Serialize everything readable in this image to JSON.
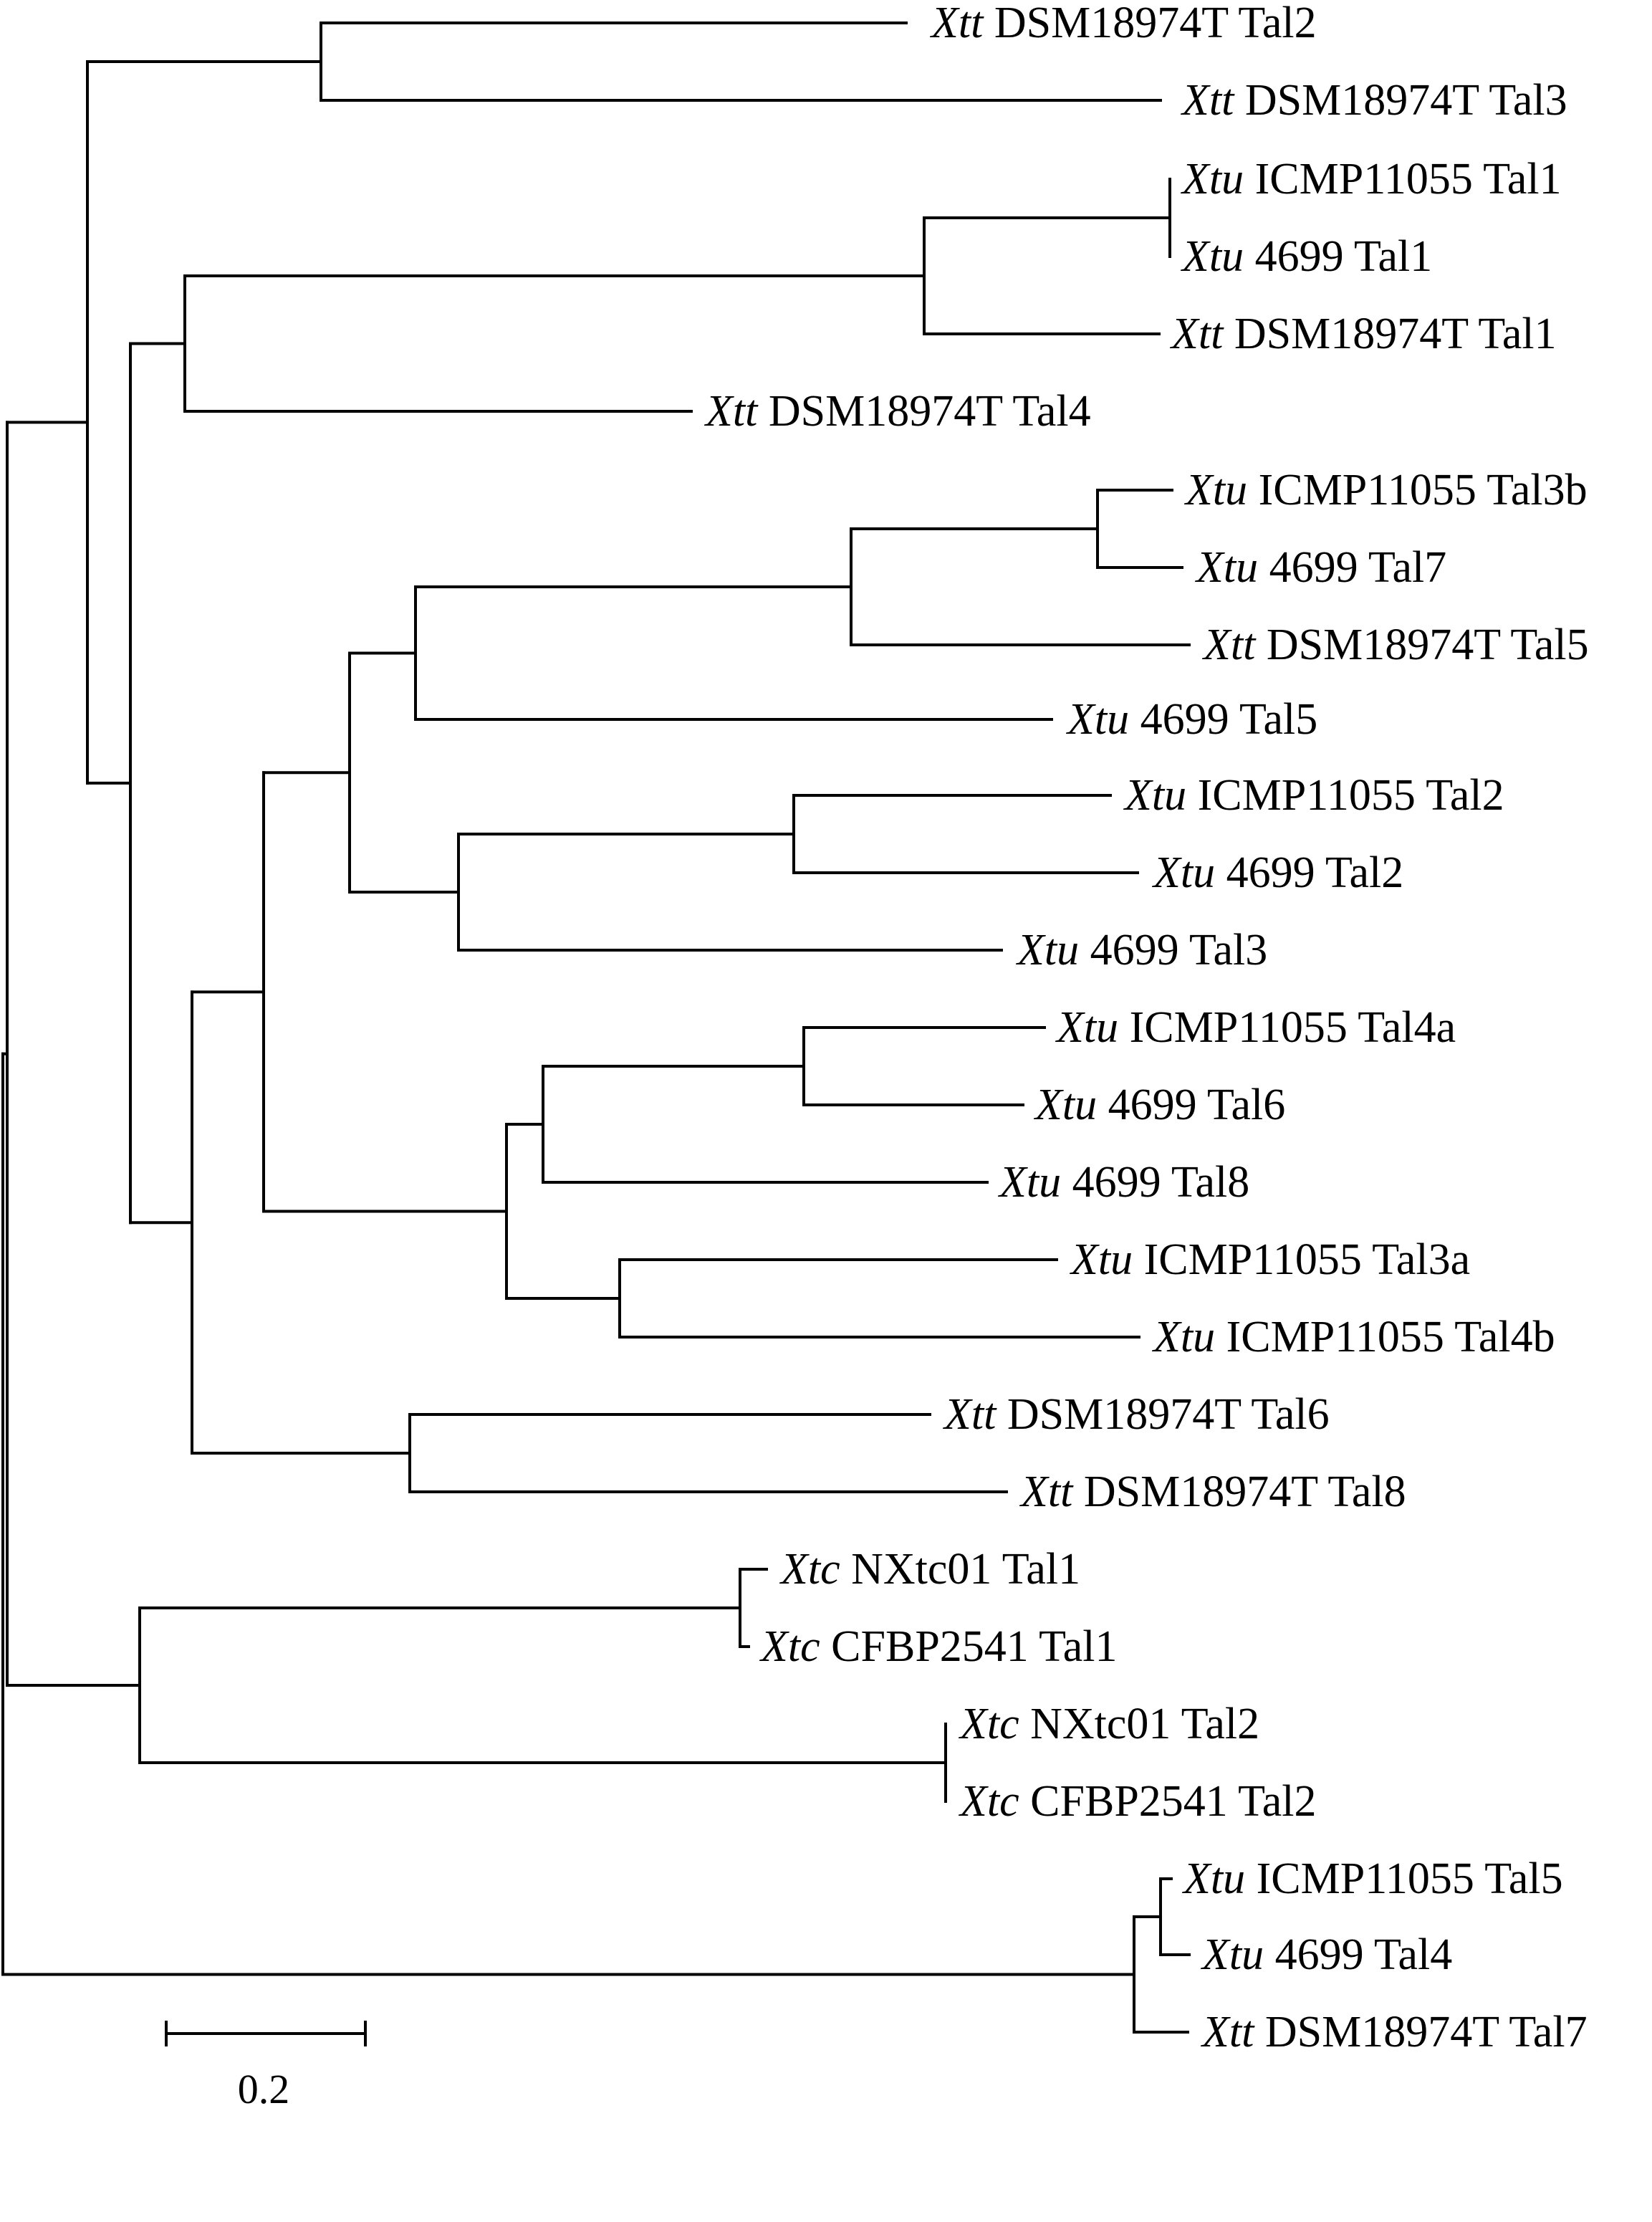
{
  "tree": {
    "line_color": "#000000",
    "label_color": "#000000",
    "taxa": [
      {
        "id": "tt_tal2",
        "species": "Xtt",
        "name": "DSM18974T Tal2"
      },
      {
        "id": "tt_tal3",
        "species": "Xtt",
        "name": "DSM18974T Tal3"
      },
      {
        "id": "tu_icmp_tal1",
        "species": "Xtu",
        "name": "ICMP11055 Tal1"
      },
      {
        "id": "tu_4699_tal1",
        "species": "Xtu",
        "name": "4699 Tal1"
      },
      {
        "id": "tt_tal1",
        "species": "Xtt",
        "name": "DSM18974T Tal1"
      },
      {
        "id": "tt_tal4",
        "species": "Xtt",
        "name": "DSM18974T Tal4"
      },
      {
        "id": "tu_icmp_tal3b",
        "species": "Xtu",
        "name": "ICMP11055 Tal3b"
      },
      {
        "id": "tu_4699_tal7",
        "species": "Xtu",
        "name": "4699 Tal7"
      },
      {
        "id": "tt_tal5",
        "species": "Xtt",
        "name": "DSM18974T Tal5"
      },
      {
        "id": "tu_4699_tal5",
        "species": "Xtu",
        "name": "4699 Tal5"
      },
      {
        "id": "tu_icmp_tal2",
        "species": "Xtu",
        "name": "ICMP11055 Tal2"
      },
      {
        "id": "tu_4699_tal2",
        "species": "Xtu",
        "name": "4699 Tal2"
      },
      {
        "id": "tu_4699_tal3",
        "species": "Xtu",
        "name": "4699 Tal3"
      },
      {
        "id": "tu_icmp_tal4a",
        "species": "Xtu",
        "name": "ICMP11055 Tal4a"
      },
      {
        "id": "tu_4699_tal6",
        "species": "Xtu",
        "name": "4699 Tal6"
      },
      {
        "id": "tu_4699_tal8",
        "species": "Xtu",
        "name": "4699 Tal8"
      },
      {
        "id": "tu_icmp_tal3a",
        "species": "Xtu",
        "name": "ICMP11055 Tal3a"
      },
      {
        "id": "tu_icmp_tal4b",
        "species": "Xtu",
        "name": "ICMP11055 Tal4b"
      },
      {
        "id": "tt_tal6",
        "species": "Xtt",
        "name": "DSM18974T Tal6"
      },
      {
        "id": "tt_tal8",
        "species": "Xtt",
        "name": "DSM18974T Tal8"
      },
      {
        "id": "tc_nxtc_tal1",
        "species": "Xtc",
        "name": "NXtc01 Tal1"
      },
      {
        "id": "tc_cfbp_tal1",
        "species": "Xtc",
        "name": "CFBP2541 Tal1"
      },
      {
        "id": "tc_nxtc_tal2",
        "species": "Xtc",
        "name": "NXtc01 Tal2"
      },
      {
        "id": "tc_cfbp_tal2",
        "species": "Xtc",
        "name": "CFBP2541 Tal2"
      },
      {
        "id": "tu_icmp_tal5",
        "species": "Xtu",
        "name": "ICMP11055 Tal5"
      },
      {
        "id": "tu_4699_tal4",
        "species": "Xtu",
        "name": "4699 Tal4"
      },
      {
        "id": "tt_tal7",
        "species": "Xtt",
        "name": "DSM18974T Tal7"
      }
    ]
  },
  "scale_bar": {
    "value": 0.2,
    "label": "0.2"
  }
}
